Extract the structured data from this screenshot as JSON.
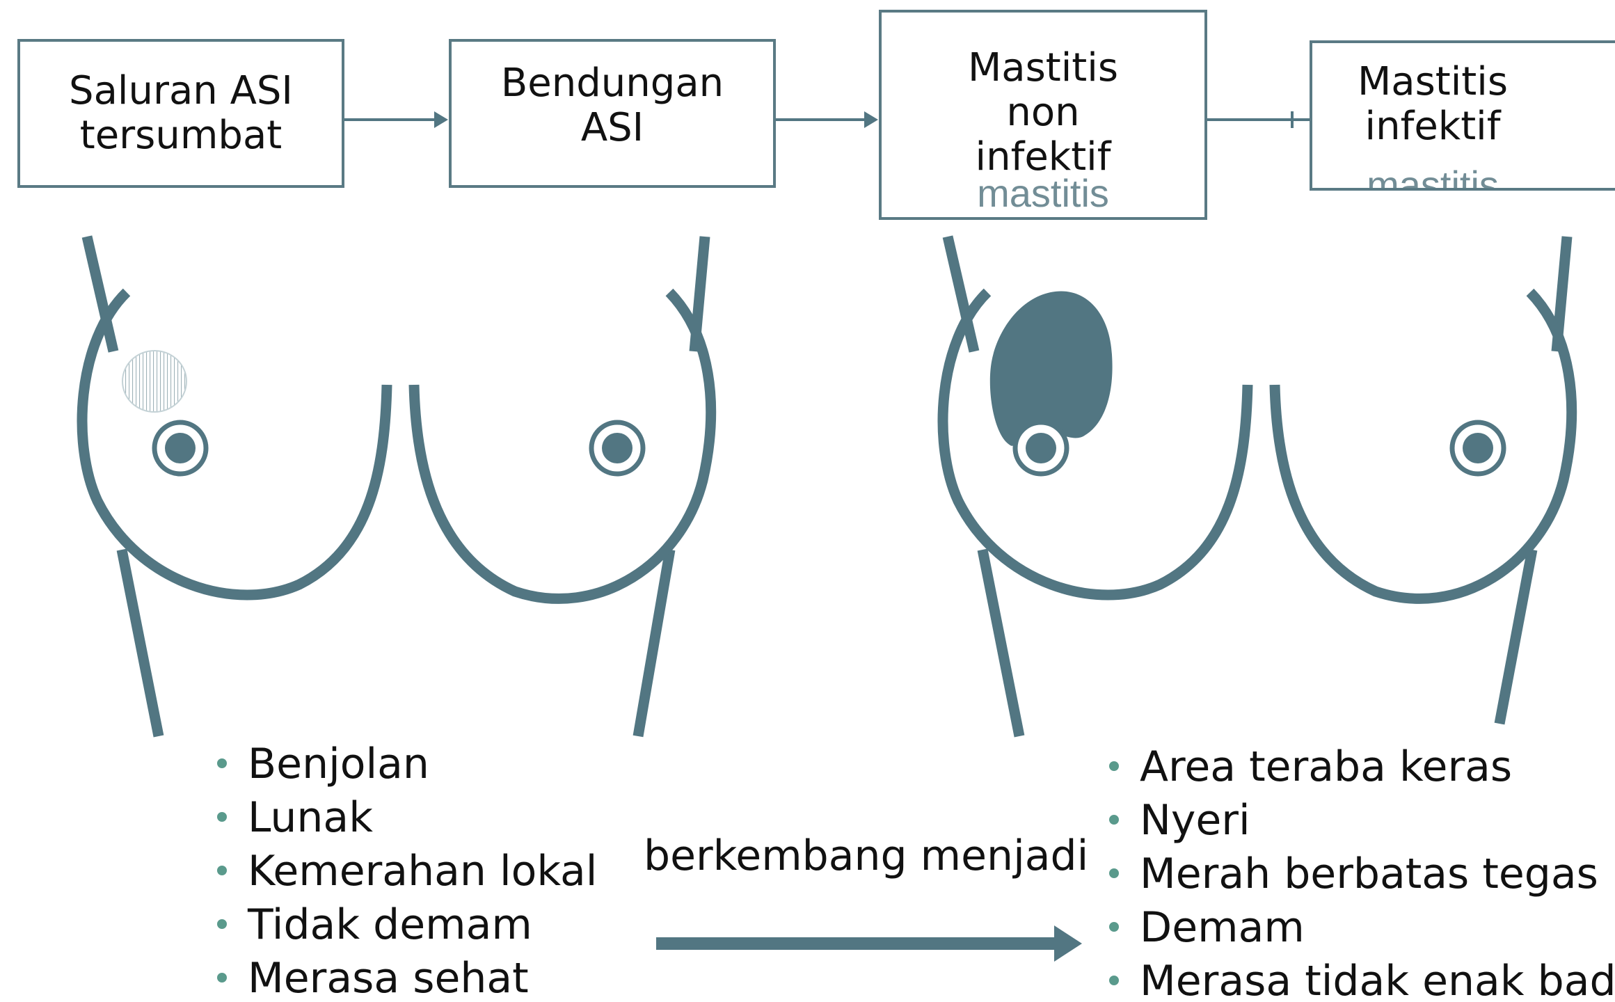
{
  "boxes": [
    {
      "lines": [
        "Saluran ASI",
        "tersumbat"
      ]
    },
    {
      "lines": [
        "Bendungan",
        "ASI"
      ]
    },
    {
      "lines": [
        "Mastitis",
        "non",
        "infektif"
      ],
      "ghost": "mastitis"
    },
    {
      "lines": [
        "Mastitis",
        "infektif"
      ],
      "ghost": "mastitis"
    }
  ],
  "left_symptoms": [
    "Benjolan",
    "Lunak",
    "Kemerahan lokal",
    "Tidak demam",
    "Merasa sehat"
  ],
  "right_symptoms": [
    "Area teraba keras",
    "Nyeri",
    "Merah berbatas tegas",
    "Demam",
    "Merasa tidak enak badan"
  ],
  "progression_label": "berkembang menjadi",
  "colors": {
    "stroke": "#527682",
    "lump_light": "#b8c8cc",
    "lump_dark": "#527682",
    "bullet": "#5a9a8c"
  }
}
